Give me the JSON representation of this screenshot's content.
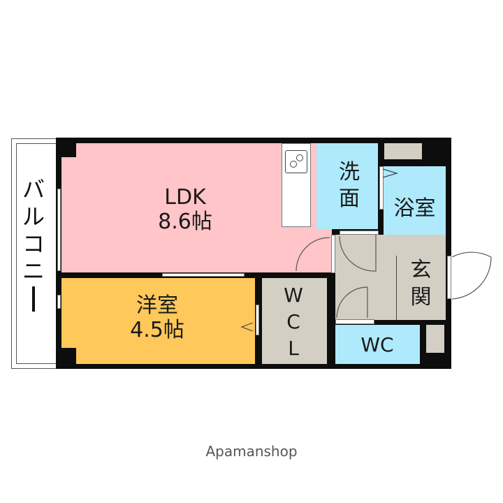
{
  "floorplan": {
    "rooms": {
      "ldk": {
        "name": "LDK",
        "size": "8.6帖",
        "color": "#ffc5c8"
      },
      "western_room": {
        "name": "洋室",
        "size": "4.5帖",
        "color": "#fec85a"
      },
      "wcl": {
        "name": "WCL",
        "chars": [
          "W",
          "C",
          "L"
        ],
        "color": "#d3cfc4"
      },
      "washroom": {
        "name": "洗面",
        "chars": [
          "洗",
          "面"
        ],
        "color": "#aeeafc"
      },
      "bathroom": {
        "name": "浴室",
        "color": "#aeeafc"
      },
      "entrance": {
        "name": "玄関",
        "chars": [
          "玄",
          "関"
        ],
        "color": "#d3cfc4"
      },
      "toilet": {
        "name": "WC",
        "color": "#aeeafc"
      },
      "hallway": {
        "color": "#d3cfc4"
      },
      "balcony": {
        "name": "バルコニー",
        "chars": [
          "バ",
          "ル",
          "コ",
          "ニ",
          "ー"
        ]
      }
    },
    "wall_color": "#0d0d0d"
  },
  "watermark": {
    "text": "Apamanshop",
    "color": "#555555"
  }
}
